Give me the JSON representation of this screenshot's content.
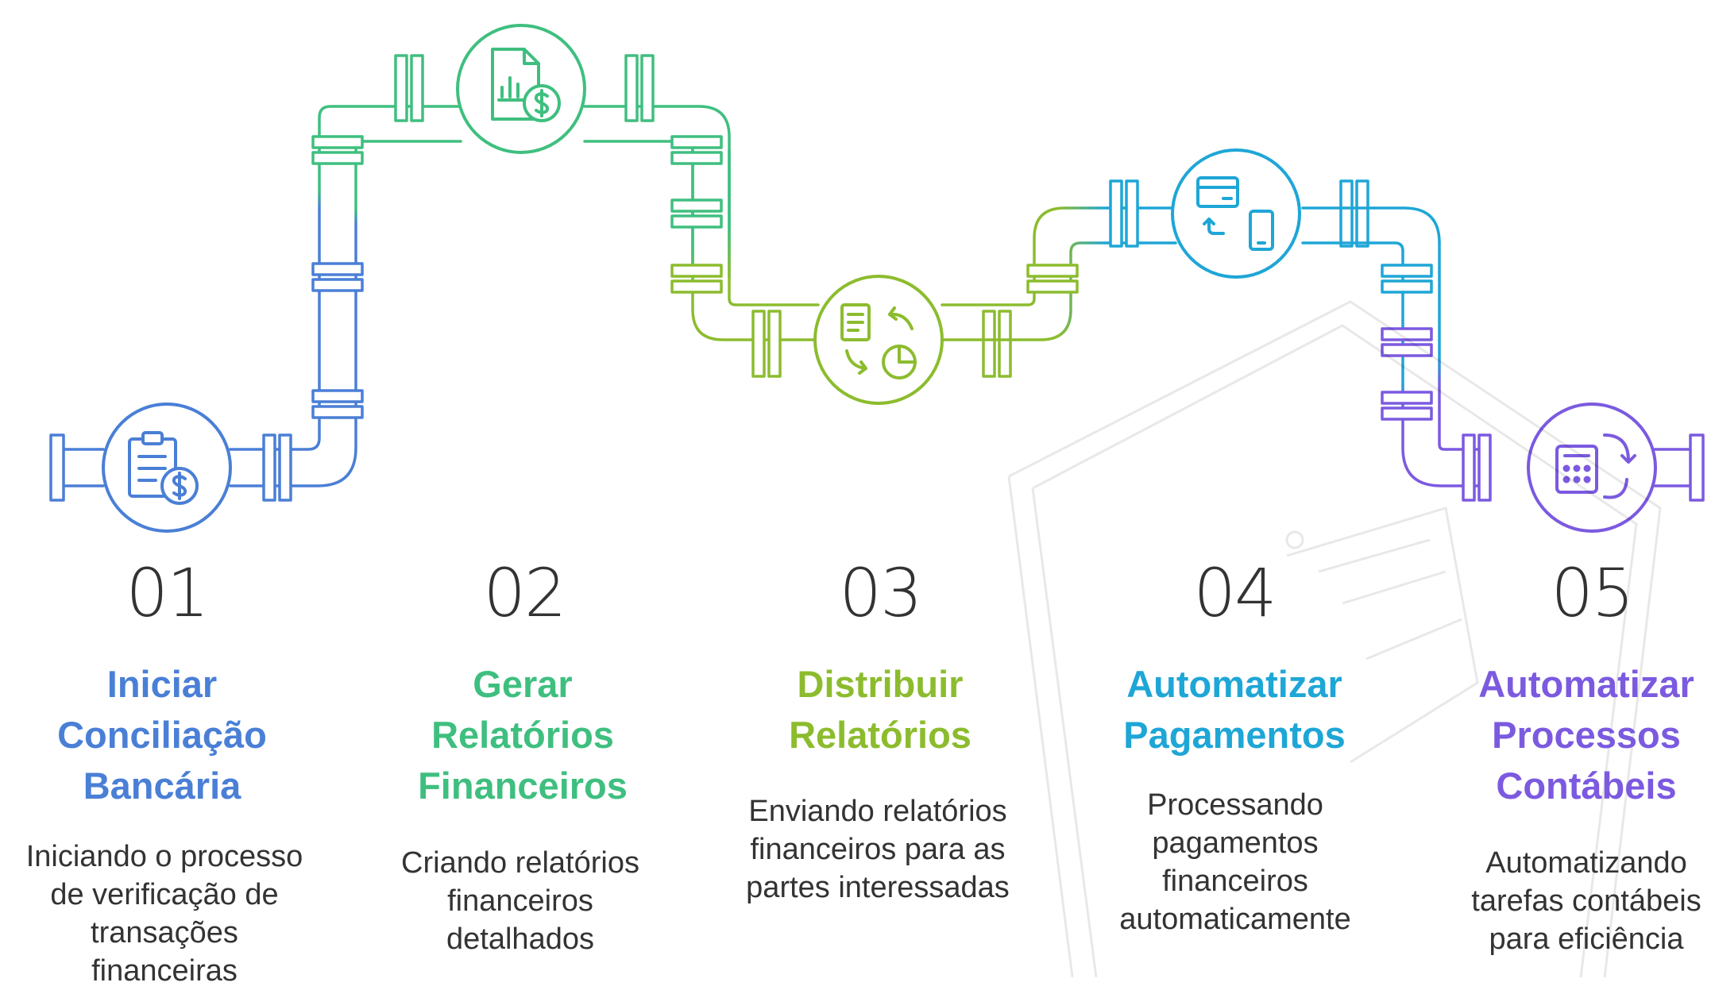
{
  "steps": [
    {
      "number": "01",
      "title": [
        "Iniciar",
        "Conciliação",
        "Bancária"
      ],
      "description": [
        "Iniciando o processo",
        "de verificação de",
        "transações",
        "financeiras"
      ],
      "color": "#4a7fd6",
      "icon": "clipboard-dollar-icon"
    },
    {
      "number": "02",
      "title": [
        "Gerar",
        "Relatórios",
        "Financeiros"
      ],
      "description": [
        "Criando relatórios",
        "financeiros",
        "detalhados"
      ],
      "color": "#3fbf7f",
      "icon": "document-chart-dollar-icon"
    },
    {
      "number": "03",
      "title": [
        "Distribuir",
        "Relatórios"
      ],
      "description": [
        "Enviando relatórios",
        "financeiros para as",
        "partes interessadas"
      ],
      "color": "#8cbc2e",
      "icon": "document-exchange-pie-icon"
    },
    {
      "number": "04",
      "title": [
        "Automatizar",
        "Pagamentos"
      ],
      "description": [
        "Processando",
        "pagamentos",
        "financeiros",
        "automaticamente"
      ],
      "color": "#1ea6d6",
      "icon": "card-phone-transfer-icon"
    },
    {
      "number": "05",
      "title": [
        "Automatizar",
        "Processos",
        "Contábeis"
      ],
      "description": [
        "Automatizando",
        "tarefas contábeis",
        "para eficiência"
      ],
      "color": "#7b5ae0",
      "icon": "calculator-sync-icon"
    }
  ]
}
